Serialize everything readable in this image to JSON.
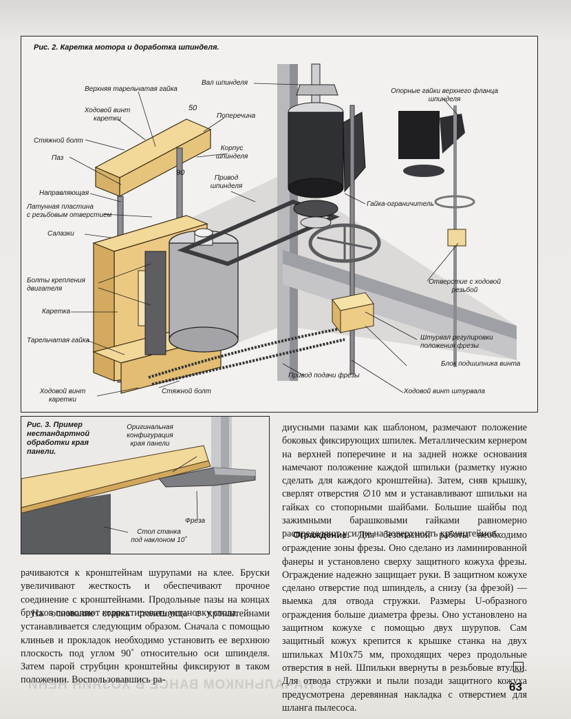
{
  "figure2": {
    "title": "Рис. 2. Каретка мотора и доработка шпинделя.",
    "dims": [
      "50",
      "90"
    ],
    "labels": {
      "verkhnyaya_gayka": "Верхняя тарельчатая гайка",
      "khodovoy_vint_karetki_top": "Ходовой винт\nкаретки",
      "styazhnoy_bolt_top": "Стяжной болт",
      "paz": "Паз",
      "napravlyayushchaya": "Направляющая",
      "latunnaya_plastina": "Латунная пластина\nс резьбовым отверстием",
      "salazki": "Салазки",
      "bolty_krepleniya": "Болты крепления\nдвигателя",
      "karetka": "Каретка",
      "tarelchataya_gayka": "Тарельчатая гайка",
      "khodovoy_vint_karetki_bottom": "Ходовой винт\nкаретки",
      "styazhnoy_bolt_bottom": "Стяжной болт",
      "poperechina": "Поперечина",
      "korpus_shpindelya": "Корпус\nшпинделя",
      "privod_shpindelya": "Привод\nшпинделя",
      "val_shpindelya": "Вал шпинделя",
      "gayka_ogranichitel": "Гайка-ограничитель",
      "opornye_gayki": "Опорные гайки верхнего фланца\nшпинделя",
      "otverstie_s_khodovoy": "Отверстие с ходовой\nрезьбой",
      "shturval": "Штурвал регулировки\nположения фрезы",
      "blok_podshipnika": "Блок подшипника винта",
      "privod_podachi": "Привод подачи фрезы",
      "khodovoy_vint_shturvala": "Ходовой винт штурвала"
    }
  },
  "figure3": {
    "title": "Рис. 3. Пример нестандартной обработки края панели.",
    "labels": {
      "originalnaya": "Оригинальная\nконфигурация\nкрая панели",
      "freza": "Фреза",
      "stol": "Стол станка\nпод наклоном 10˚"
    }
  },
  "text": {
    "col1_p1": "рачиваются к кронштейнам шурупами на клее. Бруски увеличивают жесткость и обеспечивают прочное соединение с кронштейнами. Продольные пазы на концах брусков позволяют корректировать установку стола.",
    "col1_p2": "На основание станка столешница с кронштейнами устанавливается следующим образом. Сначала с помощью клиньев и прокладок необходимо установить ее верхнюю плоскость под углом 90˚ относительно оси шпинделя. Затем парой струбцин кронштейны фиксируют в таком положении. Воспользовавшись ра-",
    "col2_p1": "диусными пазами как шаблоном, размечают положение боковых фиксирующих шпилек. Металлическим кернером на верхней поперечине и на задней ножке основания намечают положение каждой шпильки (разметку нужно сделать для каждого кронштейна). Затем, сняв крышку, сверлят отверстия ∅10 мм и устанавливают шпильки на гайках со стопорными шайбами. Большие шайбы под зажимными барашковыми гайками равномерно распределяют усилие на поверхность кронштейнов.",
    "col2_p2_head": "Ограждение.",
    "col2_p2": " Для безопасной работы необходимо ограждение зоны фрезы. Оно сделано из ламинированной фанеры и установлено сверху защитного кожуха фрезы. Ограждение надежно защищает руки. В защитном кожухе сделано отверстие под шпиндель, а снизу (за фрезой) — выемка для отвода стружки. Размеры U-образного ограждения больше диаметра фрезы. Оно установлено на защитном кожухе с помощью двух шурупов. Сам защитный кожух крепится к крышке станка на двух шпильках M10x75 мм, проходящих через продольные отверстия в ней. Шпильки ввернуты в резьбовые втулки. Для отвода стружки и пыли позади защитного кожуха предусмотрена деревянная накладка с отверстием для шланга пылесоса."
  },
  "page_number": "63",
  "bleed_through_text": "С НАЧАЛЬНИКОМ ВАНСЕ В ХОЗЯИН НЕНИ"
}
